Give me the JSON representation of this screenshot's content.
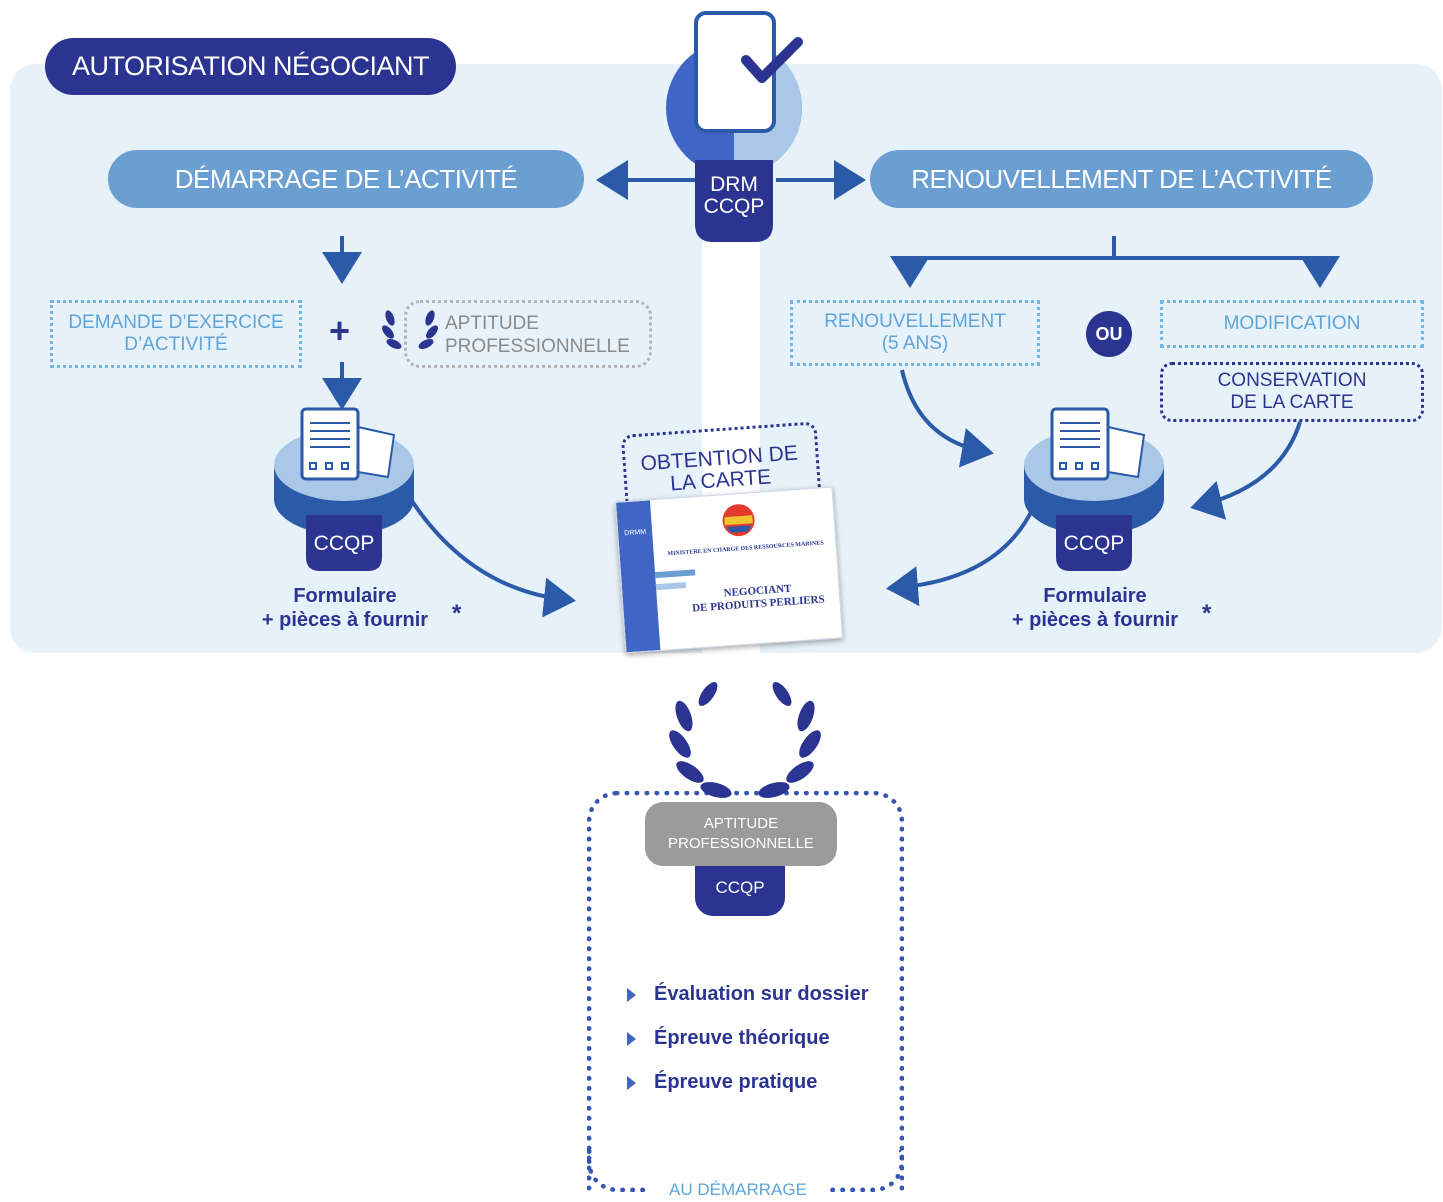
{
  "title": "AUTORISATION NÉGOCIANT",
  "center_authority": {
    "line1": "DRM",
    "line2": "CCQP"
  },
  "left": {
    "phase": "DÉMARRAGE DE L’ACTIVITÉ",
    "box1_line1": "DEMANDE D’EXERCICE",
    "box1_line2": "D’ACTIVITÉ",
    "plus": "+",
    "box2_line1": "APTITUDE",
    "box2_line2": "PROFESSIONNELLE",
    "tab": "CCQP",
    "caption_line1": "Formulaire",
    "caption_line2": "+ pièces à fournir",
    "star": "*"
  },
  "right": {
    "phase": "RENOUVELLEMENT DE L’ACTIVITÉ",
    "box1_line1": "RENOUVELLEMENT",
    "box1_line2": "(5 ANS)",
    "or": "OU",
    "box2": "MODIFICATION",
    "box3_line1": "CONSERVATION",
    "box3_line2": "DE LA CARTE",
    "tab": "CCQP",
    "caption_line1": "Formulaire",
    "caption_line2": "+ pièces à fournir",
    "star": "*"
  },
  "card": {
    "heading_line1": "OBTENTION DE",
    "heading_line2": "LA CARTE",
    "logo": "DRMM",
    "ministry": "MINISTERE EN CHARGE DES RESSOURCES MARINES",
    "title_line1": "NEGOCIANT",
    "title_line2": "DE PRODUITS PERLIERS"
  },
  "aptitude": {
    "pill_line1": "APTITUDE",
    "pill_line2": "PROFESSIONNELLE",
    "tab": "CCQP",
    "items": [
      "Évaluation sur dossier",
      "Épreuve théorique",
      "Épreuve pratique"
    ],
    "footer": "AU DÉMARRAGE"
  },
  "colors": {
    "navy": "#2b3491",
    "mid_blue": "#3f66c4",
    "light_blue": "#6b9fd2",
    "panel": "#e7f1f9",
    "grey": "#9b9b9b"
  }
}
